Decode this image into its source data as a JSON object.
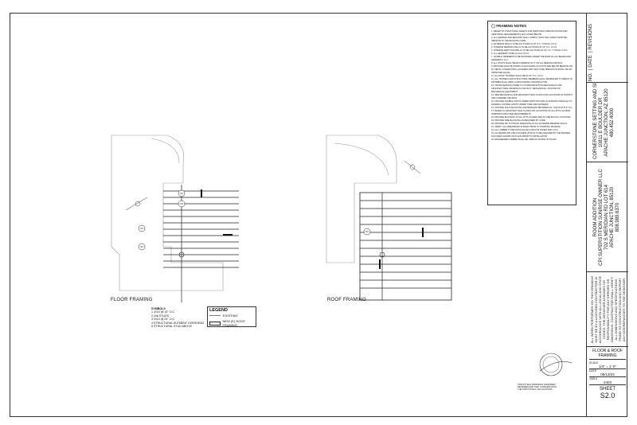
{
  "framing_notes": {
    "heading": "FRAMING NOTES",
    "lines": [
      "1. REFER TO STRUCTURAL SHEETS FOR ADDITIONAL SPECIFICATIONS AND",
      "ADDITIONAL REQUIREMENTS NOT LISTED BELOW.",
      "2. ALL FRAMING AND BRACING SHALL COMPLY WITH THE LATEST ADOPTED",
      "VERSION OF THE BUILDING CODE.",
      "3. EXTERIOR WALLS TO BE 2x6 STUDS AT 16\" O.C. TYPICAL U.N.O.",
      "4. INTERIOR BEARING WALLS TO BE 2x4 STUDS AT 16\" O.C. U.N.O.",
      "5. INTERIOR PARTITION WALLS TO BE 2x4 STUDS AT 24\" O.C. TYPICAL U.N.O.",
      "6. ALL HEADERS TO BE (2) 2x10 U.N.O.",
      "7. DOUBLE TRIMMERS TO BE PROVIDED UNDER THE ENDS OF ALL BEAMS AND",
      "HEADERS U.N.O.",
      "8. ALL JOISTS SHALL BEAR A MINIMUM OF 3\" ON ALL BEARING DETAILS.",
      "9. PROVIDE SOLID BLOCKING AT EACH END OF JOISTS AND BELOW BEARING WALLS.",
      "10. METAL CONNECTORS, HANGERS AND TIES TO BE SIMPSON STRONG-TIE OR",
      "APPROVED EQUAL.",
      "11. ALL ROOF TRUSSES SHALL BE AT 24\" O.C. U.N.O.",
      "12. ALL TRUSSES AND STRUCTURAL MEMBERS SHALL BE BRACED TO RESIST AND",
      "DISTRIBUTE ALL WIND LOADS DURING CONSTRUCTION.",
      "13. TRUSS MANUFACTURER TO COORDINATE WITH MECHANICAL AND",
      "ARCHITECTURAL DRAWINGS FOR DUCT, MECHANICAL LOCATION OF",
      "MECHANICAL EQUIPMENT.",
      "14. SEE MECHANICAL AND ARCHITECTURAL PLANS FOR LOCATIONS OF SOFFITS",
      "AND LOWERED CEILINGS.",
      "15. PROVIDE DOUBLE JOISTS UNDER PARTITION WALLS RUNNING PARALLEL TO",
      "FRAMING. DOUBLE JOISTS UNDER TUBS AND SHOWERS.",
      "16. PROVIDE SOLID BLOCKING AND BRIDGING BETWEEN ALL JOISTS AT 8'-0\" O.C.",
      "17. REFER TO ARCHITECTURAL PLANS FOR LOCATIONS OF ALL ATTIC ACCESS",
      "OPENINGS AND CODE REQUIREMENTS.",
      "18. PROVIDE BLOCKING AT ALL ATTIC ACCESS AND AT FIRE BLOCK LOCATIONS.",
      "19. PROVIDE FIRE BLOCKING AS REQUIRED BY CODE.",
      "20. PROVIDE 3/8\" PLYWOOD SHEATHING AT ALL EXTERIOR BEARING WALLS.",
      "21. VERIFY ALL DIMENSIONS IN FIELD PRIOR TO STARTING FRAMING.",
      "22. ALL LUMBER TO BE DOUGLAS FIR-LARCH #2 OR BETTER U.N.O.",
      "23. ALL BEAMS (DF) AND COLUMNS (POSTS) TO BE CHECKED BY THE FRAMER",
      "FOR SIZES SHOWN ON PLANS PRIOR TO INSTALLATION.",
      "24. ENGINEERED LUMBER SHALL BE USED AS NOTED ON PLANS."
    ]
  },
  "drawings": {
    "floor_label": "FLOOR FRAMING",
    "roof_label": "ROOF FRAMING",
    "tags": [
      "S3",
      "S3",
      "S3",
      "S3",
      "S3"
    ]
  },
  "symbols": {
    "heading": "SYMBOLS",
    "items": [
      "1  2x10 @ 16\" O.C.",
      "2  2x6 STUDS",
      "3  2x10 @ 24\" O.C.",
      "4  STRUCTURAL ELEMENT OVERHEAD",
      "5  STRUCTURAL STUD ABOVE"
    ]
  },
  "legend": {
    "title": "LEGEND",
    "row1": "EXISTING",
    "row2": "NEW (E) ROOF FRAMING"
  },
  "engineer_note": "STRUCTURAL DRAWINGS HAVE BEEN REVIEWED AND THEY CONFORM WITH THE STRUCTURAL CALCULATIONS",
  "title_block": {
    "revisions": "REVISIONS",
    "no": "NO.",
    "date_hdr": "DATE",
    "company": "CORNERSTONE SETTING AND SITE PREP",
    "company_addr": "10811 E BOULDER DR",
    "company_city": "APACHE JUNCTION, AZ 85120",
    "company_phone": "480.452.4000",
    "project": "ROOM ADDITION",
    "owner": "CPI SUPERSTITION SUNRISE OWNER LLC",
    "project_addr": "702 S MERIDIAN RD LOT 614",
    "project_city": "APACHE JUNCTION, 85120",
    "project_phone": "808.989.6370",
    "disclaimer": "ALL WORK PERFORMED ON THIS DRAWING MUST BE BY A LICENSED CONTRACTOR IN ACCORDANCE WITH ALL LOCAL AND STATE CODES. THE DESIGNER ASSUMES NO RESPONSIBILITY FOR ANY ERRORS OR OMISSIONS. CONTRACTOR SHALL VERIFY ALL DIMENSIONS AND SPECIFICATIONS PRIOR TO CONSTRUCTION AND REPORT ANY DISCREPANCIES TO THE DESIGNER.",
    "sheet_title": "FLOOR & ROOF FRAMING",
    "scale_lbl": "SCALE",
    "scale_val": "1/4\" = 1'-0\"",
    "date_lbl": "DATE",
    "date_val": "06/13/24",
    "job_lbl": "JOB #",
    "job_val": "2403",
    "sheet_lbl": "SHEET",
    "sheet_val": "S2.0"
  }
}
